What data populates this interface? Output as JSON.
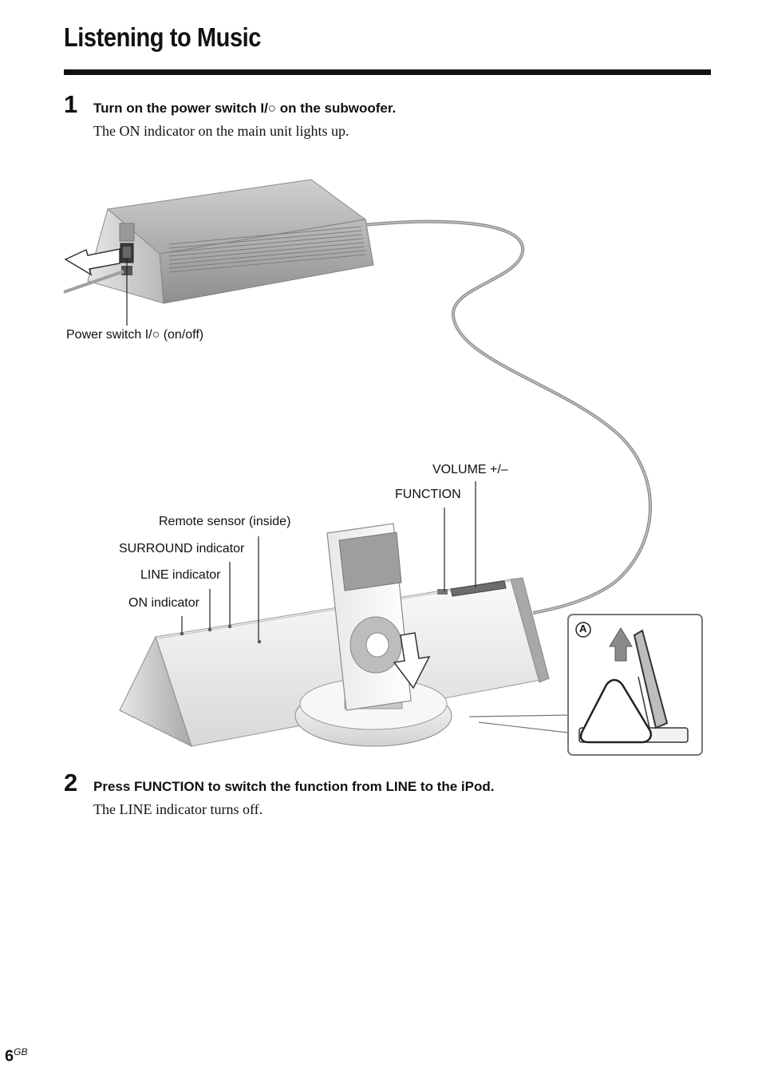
{
  "title": "Listening to Music",
  "steps": [
    {
      "number": "1",
      "heading": "Turn on the power switch I/○ on the subwoofer.",
      "body": "The ON indicator on the main unit lights up."
    },
    {
      "number": "2",
      "heading": "Press FUNCTION to switch the function from LINE to the iPod.",
      "body": "The LINE indicator turns off."
    }
  ],
  "callouts": {
    "power_switch": "Power switch I/○ (on/off)",
    "volume": "VOLUME +/–",
    "function": "FUNCTION",
    "remote_sensor": "Remote sensor (inside)",
    "surround": "SURROUND indicator",
    "line": "LINE indicator",
    "on": "ON indicator",
    "inset_label": "A"
  },
  "page": {
    "number": "6",
    "suffix": "GB"
  }
}
